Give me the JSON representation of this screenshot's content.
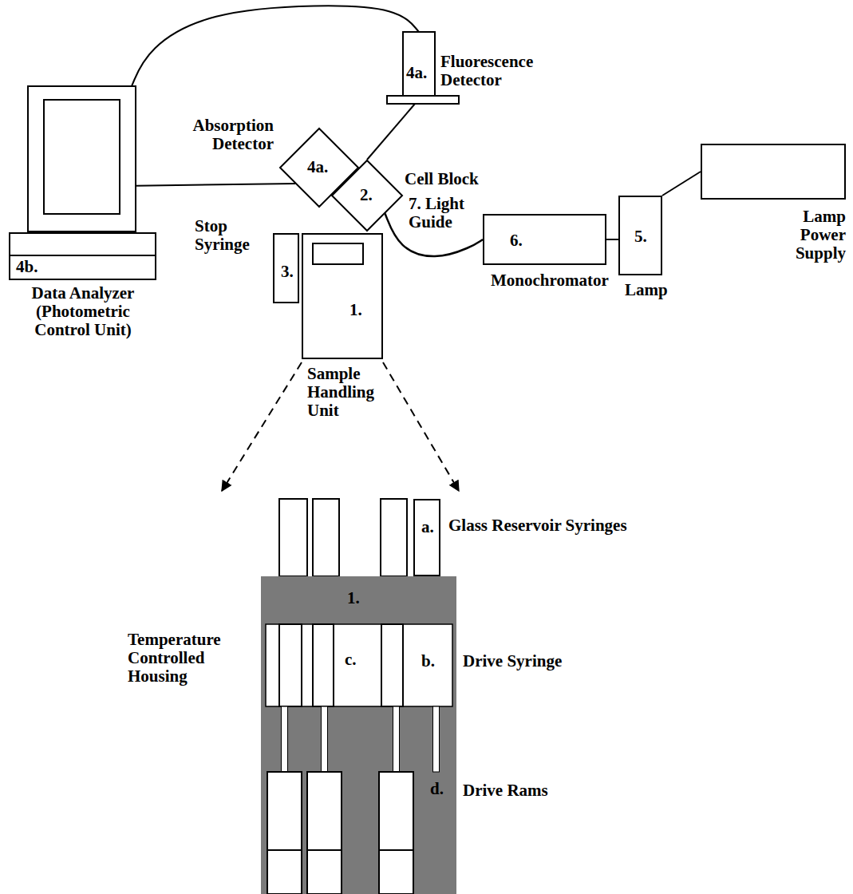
{
  "diagram": {
    "nodes": [
      {
        "text": [
          "4b.",
          "Data Analyzer (Photometric Control Unit)"
        ]
      },
      {
        "text": [
          "4a.",
          "Absorption Detector"
        ]
      },
      {
        "text": [
          "4a.",
          "Fluorescence Detector"
        ]
      },
      {
        "text": [
          "2.",
          "Cell Block"
        ]
      },
      {
        "text": [
          "3.",
          "Stop Syringe"
        ]
      },
      {
        "text": [
          "1.",
          "Sample Handling Unit"
        ]
      },
      {
        "text": [
          "6.",
          "Monochromator"
        ]
      },
      {
        "text": [
          "5.",
          "Lamp"
        ]
      },
      {
        "text": [
          "Lamp Power Supply"
        ]
      },
      {
        "text": [
          "a.",
          "Glass Reservoir Syringes"
        ]
      },
      {
        "text": [
          "1.",
          "Temperature Controlled Housing"
        ]
      },
      {
        "text": [
          "b.",
          "Drive Syringe"
        ],
        "in": 10
      },
      {
        "text": [
          "d.",
          "Drive Rams"
        ],
        "in": 10
      }
    ],
    "edges": [
      {
        "from": 0,
        "to": 2,
        "arrow": "none"
      },
      {
        "from": 0,
        "to": 1,
        "arrow": "none"
      },
      {
        "from": 2,
        "to": 3,
        "arrow": "none"
      },
      {
        "from": 3,
        "to": 6,
        "arrow": "none"
      },
      {
        "from": 6,
        "to": 7,
        "arrow": "none"
      },
      {
        "from": 7,
        "to": 8,
        "arrow": "none"
      },
      {
        "from": 5,
        "to": 10,
        "arrow": "to"
      },
      {
        "from": 5,
        "to": 10,
        "arrow": "to"
      }
    ],
    "labels": [
      "7. Light Guide",
      "c."
    ]
  }
}
